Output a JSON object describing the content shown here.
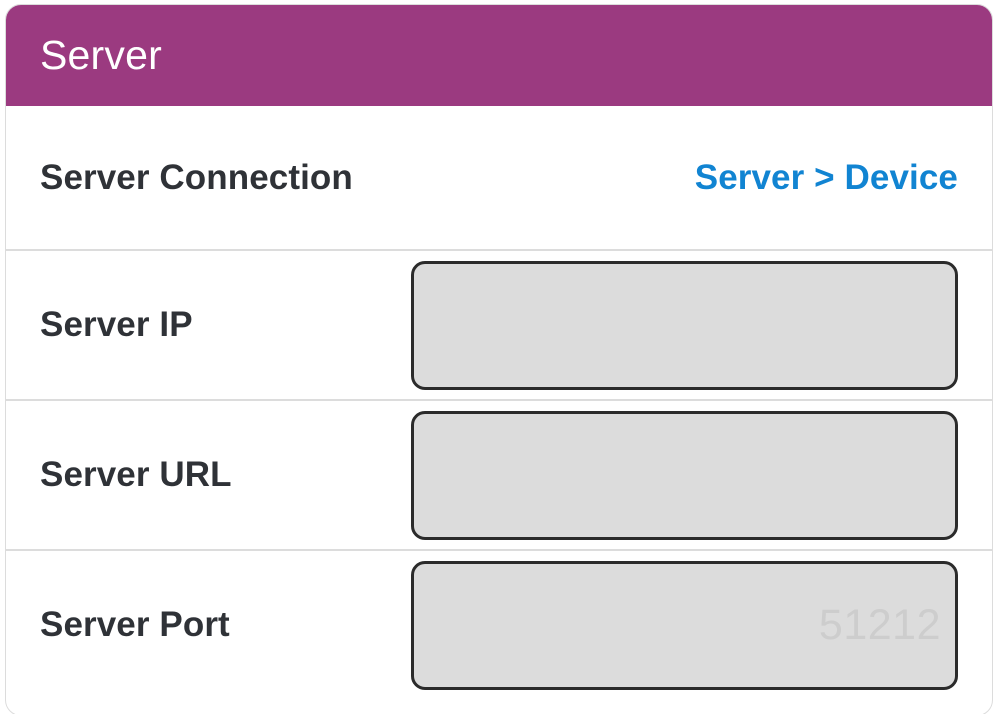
{
  "card": {
    "header": {
      "title": "Server"
    },
    "accent_color": "#9b3a80",
    "link_color": "#1184d2",
    "rows": [
      {
        "label": "Server Connection",
        "value": "Server > Device",
        "type": "value"
      },
      {
        "label": "Server IP",
        "value": "",
        "placeholder": "",
        "type": "input"
      },
      {
        "label": "Server URL",
        "value": "",
        "placeholder": "",
        "type": "input"
      },
      {
        "label": "Server Port",
        "value": "",
        "placeholder": "51212",
        "type": "input"
      }
    ]
  }
}
